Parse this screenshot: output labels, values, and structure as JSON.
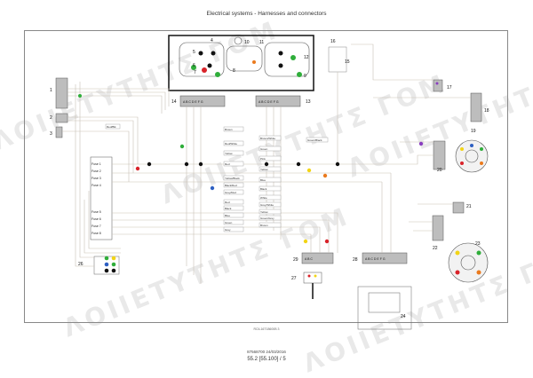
{
  "header": {
    "title": "Electrical systems - Harnesses and connectors"
  },
  "footer": {
    "doc_id": "87568700 24/03/2016",
    "page_ref": "55.2 [55.100] / 5",
    "figure_id": "RCIL16T18600B   3"
  },
  "watermark": {
    "text": "ΛOΙΙΕΤΥΤΗΤΣ ΓΟΜ"
  },
  "callouts": [
    "1",
    "2",
    "3",
    "4",
    "5",
    "6",
    "7",
    "8",
    "9",
    "10",
    "11",
    "12",
    "13",
    "14",
    "15",
    "16",
    "17",
    "18",
    "19",
    "20",
    "21",
    "22",
    "23",
    "24",
    "25",
    "26",
    "27",
    "28",
    "29"
  ],
  "connector_labels": {
    "c14": "A  B  C  D  E  F  G",
    "c13": "A  B  C  D  E  F  G",
    "c28": "A  B  C  D  E  F  G",
    "c29": "A  B  C"
  },
  "fuses": [
    "Fuse 1",
    "Fuse 2",
    "Fuse 3",
    "Fuse 4",
    "Fuse 5",
    "Fuse 6",
    "Fuse 7",
    "Fuse 8"
  ],
  "wire_labels_left": [
    "Brown",
    "Red/White",
    "Yellow",
    "Red",
    "Yellow/Black",
    "Black/Red",
    "Grey/Red",
    "Red",
    "Black",
    "Blue",
    "Green",
    "Grey"
  ],
  "wire_labels_right": [
    "Brown/White",
    "Green",
    "Pink",
    "Yellow",
    "Blue",
    "Black",
    "White",
    "Grey/White",
    "Yellow",
    "Green/Grey",
    "Brown"
  ],
  "misc_labels": {
    "green_black": "Green/Black",
    "red_top": "Red/Blk"
  },
  "colors": {
    "wire": "#c9c1b6",
    "line": "#333333",
    "accent_green": "#2fae3a",
    "accent_red": "#d9232a",
    "accent_yellow": "#f2d416",
    "accent_orange": "#ea7a1d",
    "accent_blue": "#2d5fc2",
    "accent_purple": "#8a3fc0"
  }
}
